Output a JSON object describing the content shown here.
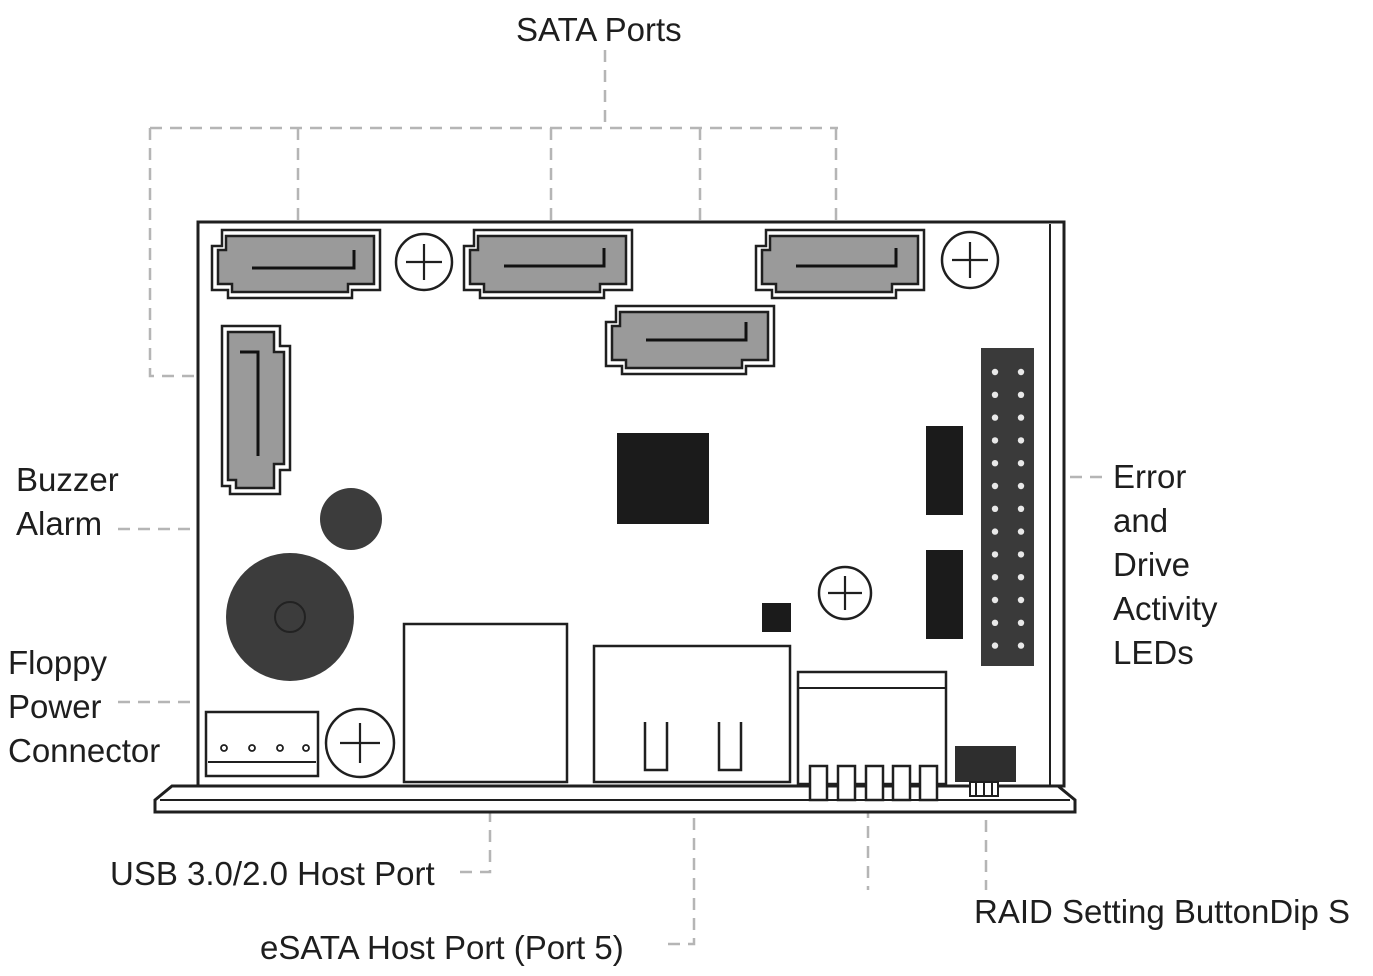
{
  "labels": {
    "sata_ports": "SATA Ports",
    "buzzer": [
      "Buzzer",
      "Alarm"
    ],
    "floppy": [
      "Floppy",
      "Power",
      "Connector"
    ],
    "leds": [
      "Error",
      "and",
      "Drive",
      "Activity",
      "LEDs"
    ],
    "usb": "USB 3.0/2.0 Host Port",
    "esata": "eSATA Host Port (Port 5)",
    "raid": "RAID Setting ButtonDip S"
  },
  "colors": {
    "outline": "#1f1f1f",
    "connector_fill": "#9a9a9a",
    "chip_fill": "#1b1b1b",
    "buzzer_fill": "#3c3c3c",
    "header_fill": "#3a3a3a",
    "leader_line": "#b5b5b5"
  }
}
